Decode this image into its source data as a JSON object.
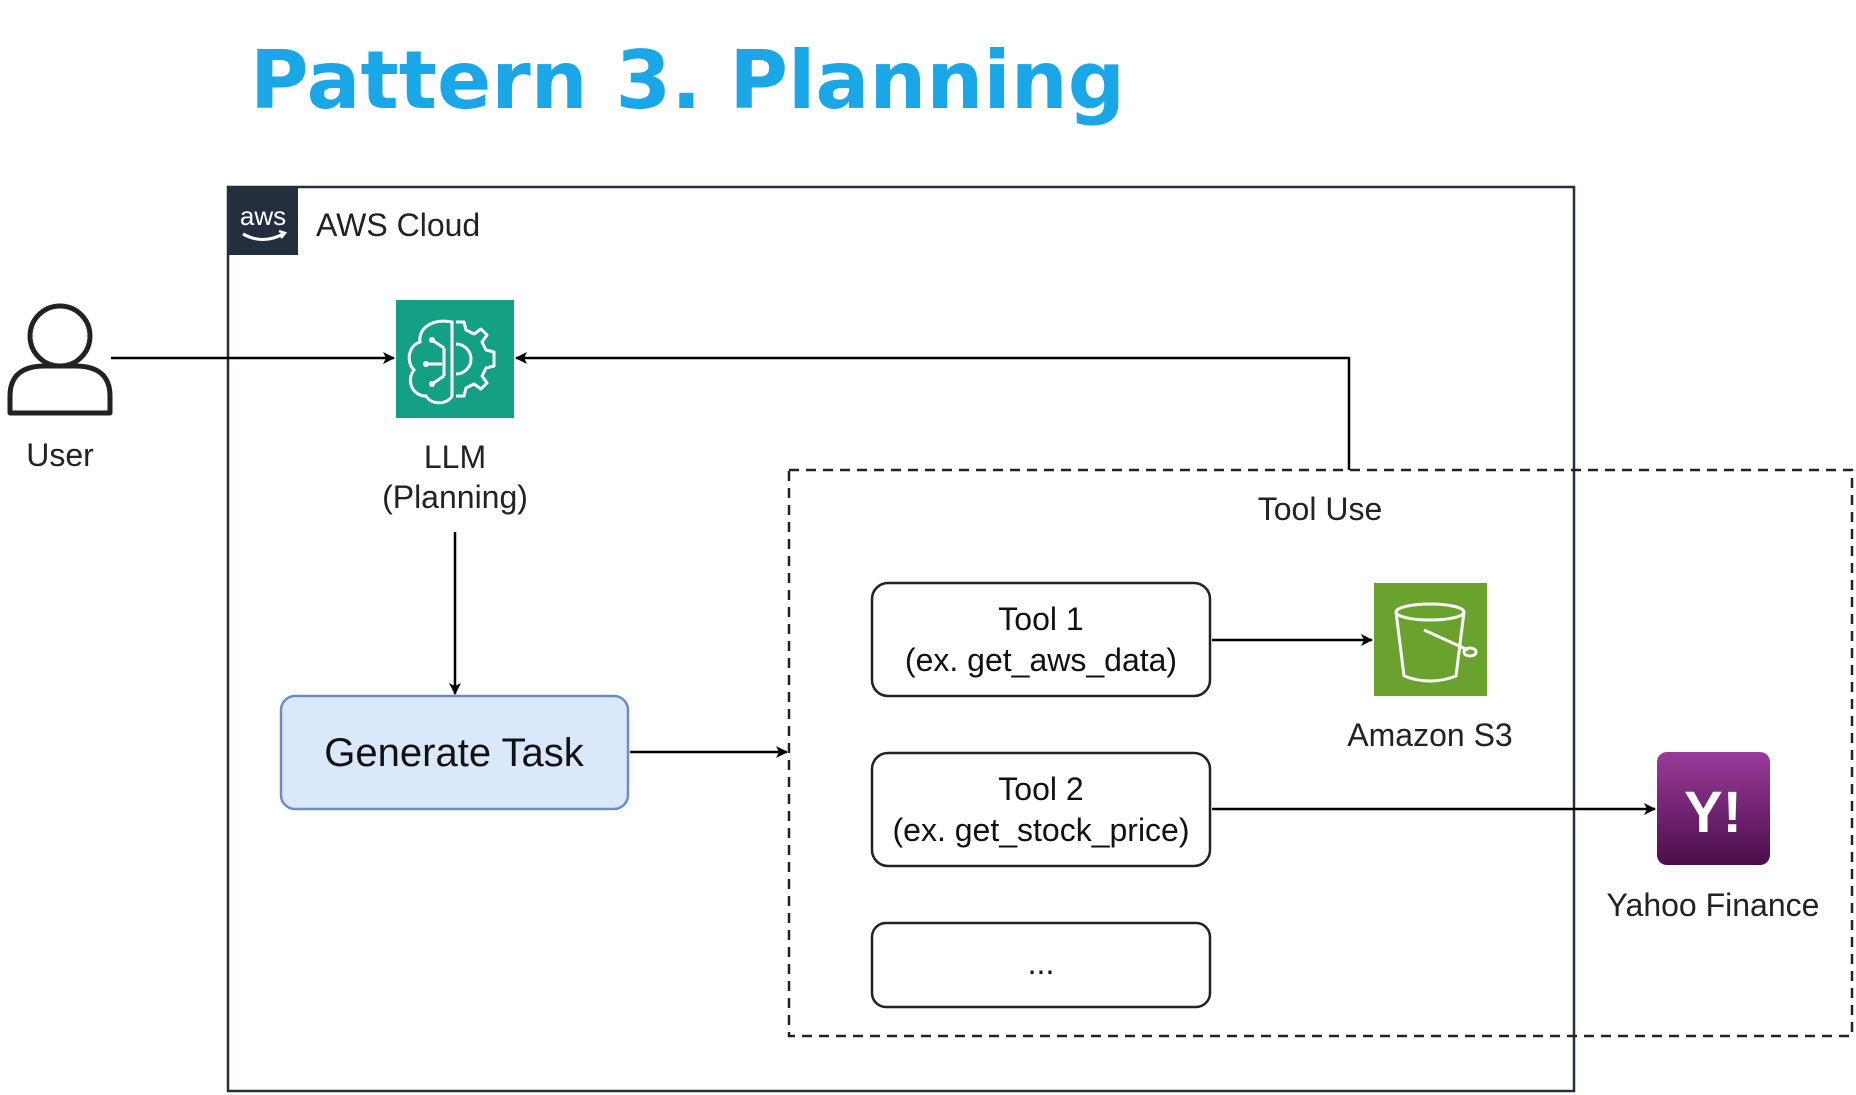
{
  "title": "Pattern 3. Planning",
  "aws_group": {
    "label": "AWS Cloud",
    "logo_text": "aws"
  },
  "user": {
    "label": "User"
  },
  "llm": {
    "line1": "LLM",
    "line2": "(Planning)"
  },
  "generate_task": {
    "label": "Generate Task"
  },
  "tool_use": {
    "label": "Tool Use"
  },
  "tools": [
    {
      "line1": "Tool 1",
      "line2": "(ex. get_aws_data)"
    },
    {
      "line1": "Tool 2",
      "line2": "(ex. get_stock_price)"
    },
    {
      "line1": "..."
    }
  ],
  "s3": {
    "label": "Amazon S3"
  },
  "yahoo": {
    "label": "Yahoo Finance",
    "logo_text": "Y!"
  },
  "colors": {
    "title": "#1AA7E8",
    "llm_icon": "#14A085",
    "s3_icon": "#6AA22E",
    "yahoo_icon": "#6B1B6B",
    "generate_task_fill": "#DAE8FC",
    "generate_task_stroke": "#6C8EBF",
    "aws_header": "#232F3E"
  }
}
